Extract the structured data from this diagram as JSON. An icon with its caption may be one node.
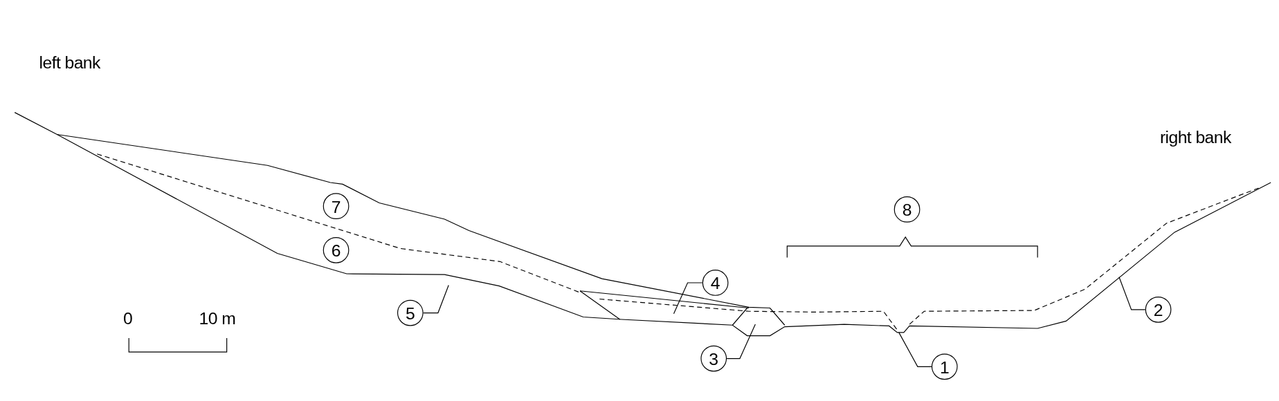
{
  "diagram": {
    "nodes": [
      {
        "text": [
          "8"
        ]
      },
      {
        "text": [
          "7"
        ]
      },
      {
        "text": [
          "6"
        ]
      },
      {
        "text": [
          "4"
        ]
      },
      {
        "text": [
          "2"
        ]
      },
      {
        "text": [
          "5"
        ]
      },
      {
        "text": [
          "3"
        ]
      },
      {
        "text": [
          "1"
        ]
      }
    ],
    "edges": [
      {
        "from": 3,
        "to": null,
        "arrow": "none"
      },
      {
        "from": 4,
        "to": null,
        "arrow": "none"
      },
      {
        "from": 5,
        "to": null,
        "arrow": "none"
      },
      {
        "from": 6,
        "to": null,
        "arrow": "none"
      },
      {
        "from": 7,
        "to": null,
        "arrow": "none"
      }
    ],
    "labels": [
      "left bank",
      "right bank",
      "0",
      "10 m"
    ]
  }
}
